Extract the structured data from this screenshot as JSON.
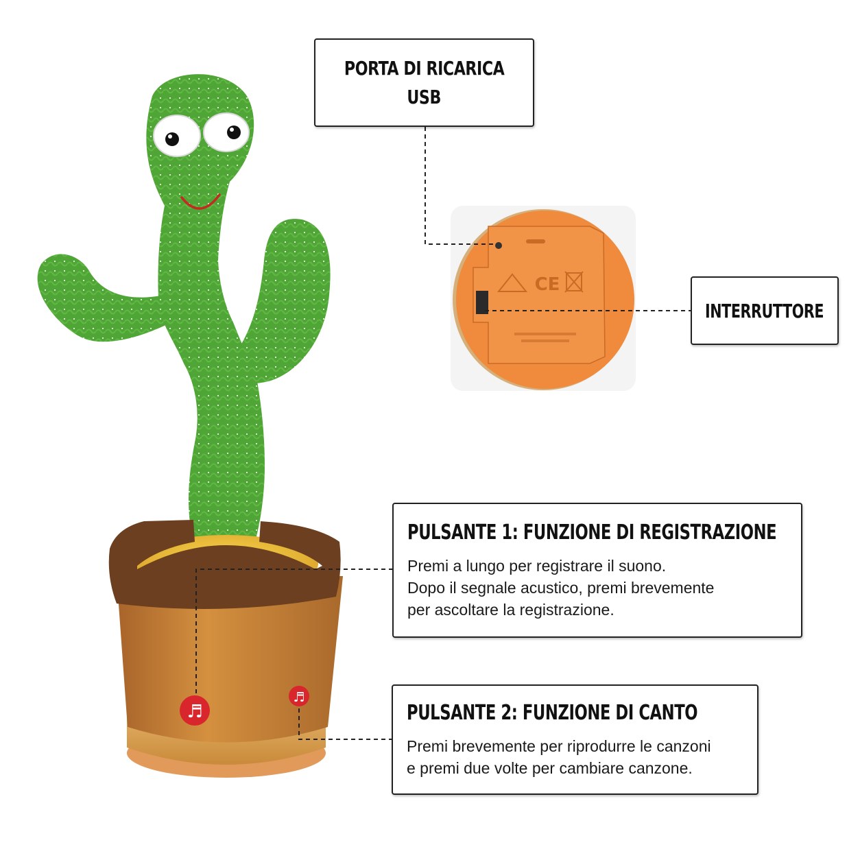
{
  "callouts": {
    "usb_port": {
      "title_line1": "PORTA DI RICARICA",
      "title_line2": "USB"
    },
    "power_switch": {
      "title": "INTERRUTTORE"
    },
    "button1": {
      "title": "PULSANTE 1: FUNZIONE DI REGISTRAZIONE",
      "lines": [
        "Premi a lungo per registrare il suono.",
        "Dopo il segnale acustico, premi brevemente",
        "per ascoltare la registrazione."
      ]
    },
    "button2": {
      "title": "PULSANTE 2: FUNZIONE DI CANTO",
      "lines": [
        "Premi brevemente per riprodurre le canzoni",
        "e premi due volte per cambiare canzone."
      ]
    }
  },
  "base_markings": [
    "CE"
  ],
  "colors": {
    "cactus_green": "#4fa535",
    "pot_brown": "#c8853a",
    "pot_rim": "#6b3f1f",
    "base_orange": "#f08a3c",
    "button_red": "#d8262c"
  },
  "icons": [
    "music-note-icon",
    "music-note-icon"
  ]
}
